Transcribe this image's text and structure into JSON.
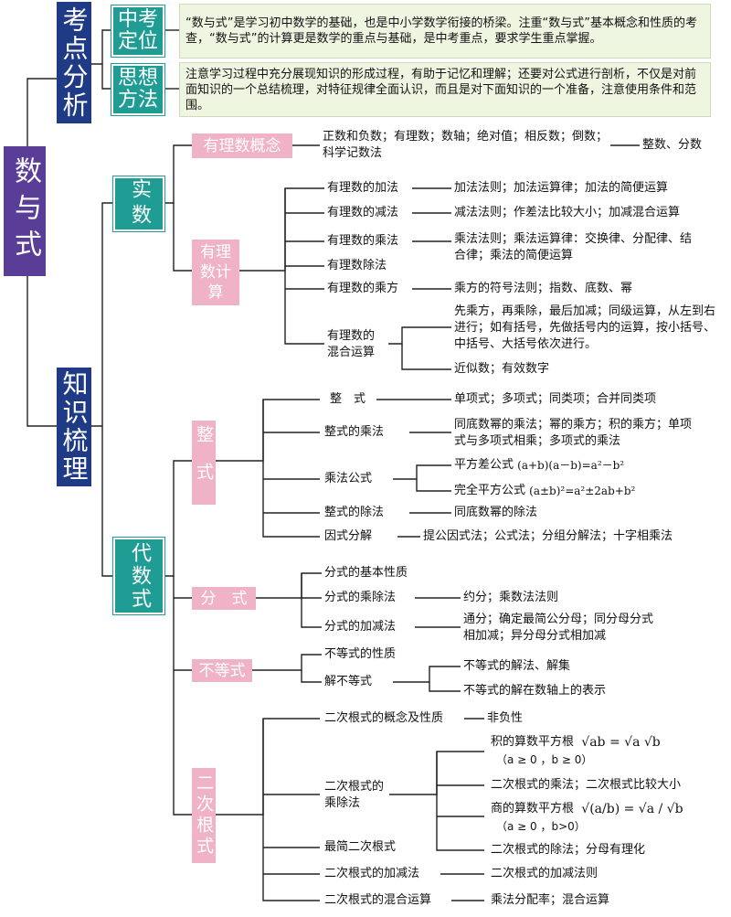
{
  "root": "数与式",
  "kaodian": {
    "title": "考点分析",
    "zhongkao": {
      "label": "中考定位",
      "text": "“数与式”是学习初中数学的基础，也是中小学数学衔接的桥梁。注重“数与式”基本概念和性质的考查，“数与式”的计算更是数学的重点与基础，是中考重点，要求学生重点掌握。"
    },
    "sixiang": {
      "label": "思想方法",
      "text": "注意学习过程中充分展现知识的形成过程，有助于记忆和理解；还要对公式进行剖析，不仅是对前面知识的一个总结梳理，对特征规律全面认识，而且是对下面知识的一个准备，注意使用条件和范围。"
    }
  },
  "zhishi": {
    "title": "知识梳理",
    "shishu": {
      "label": "实数",
      "concept": {
        "label": "有理数概念",
        "text": "正数和负数；有理数；数轴；绝对值；相反数；倒数；科学记数法",
        "extra": "整数、分数"
      },
      "calc": {
        "label": "有理数计算",
        "items": [
          {
            "name": "有理数的加法",
            "desc": "加法法则；加法运算律；加法的简便运算"
          },
          {
            "name": "有理数的减法",
            "desc": "减法法则；作差法比较大小；加减混合运算"
          },
          {
            "name": "有理数的乘法",
            "desc": "乘法法则；乘法运算律：交换律、分配律、结合律；乘法的简便运算"
          },
          {
            "name": "有理数除法",
            "desc": ""
          },
          {
            "name": "有理数的乘方",
            "desc": "乘方的符号法则；指数、底数、幂"
          },
          {
            "name": "有理数的混合运算",
            "desc": "先乘方，再乘除，最后加减；同级运算，从左到右进行；如有括号，先做括号内的运算，按小括号、中括号、大括号依次进行。",
            "desc2": "近似数；有效数字"
          }
        ]
      }
    },
    "daishu": {
      "label": "代数式",
      "zhengshi": {
        "label": "整式",
        "items": {
          "zs": {
            "name": "整　式",
            "desc": "单项式；多项式；同类项；合并同类项"
          },
          "cf": {
            "name": "整式的乘法",
            "desc": "同底数幂的乘法；幂的乘方；积的乘方；单项式与多项式相乘；多项式的乘法"
          },
          "gs": {
            "name": "乘法公式",
            "f1_label": "平方差公式",
            "f1": "(a+b)(a－b)=a²－b²",
            "f2_label": "完全平方公式",
            "f2": "(a±b)²=a²±2ab+b²"
          },
          "cu": {
            "name": "整式的除法",
            "desc": "同底数幂的除法"
          },
          "yf": {
            "name": "因式分解",
            "desc": "提公因式法；公式法；分组分解法；十字相乘法"
          }
        }
      },
      "fenshi": {
        "label": "分　式",
        "items": {
          "xz": {
            "name": "分式的基本性质"
          },
          "cc": {
            "name": "分式的乘除法",
            "desc": "约分；乘数法法则"
          },
          "jj": {
            "name": "分式的加减法",
            "desc": "通分；确定最简公分母；同分母分式相加减；异分母分式相加减"
          }
        }
      },
      "budengshi": {
        "label": "不等式",
        "items": {
          "xz": {
            "name": "不等式的性质"
          },
          "jie": {
            "name": "解不等式",
            "d1": "不等式的解法、解集",
            "d2": "不等式的解在数轴上的表示"
          }
        }
      },
      "genshi": {
        "label": "二次根式",
        "items": {
          "gn": {
            "name": "二次根式的概念及性质",
            "desc": "非负性"
          },
          "cc": {
            "name": "二次根式的乘除法",
            "d1": "积的算数平方根",
            "d1f": "√ab = √a √b",
            "d1c": "（a ≥ 0 ，b ≥ 0）",
            "d2": "二次根式的乘法；二次根式比较大小",
            "d3": "商的算数平方根",
            "d3f": "√(a/b) = √a / √b",
            "d3c": "（a ≥ 0 ，b>0）",
            "d4": "二次根式的除法；分母有理化"
          },
          "zj": {
            "name": "最简二次根式"
          },
          "jj": {
            "name": "二次根式的加减法",
            "desc": "二次根式的加减法则"
          },
          "hh": {
            "name": "二次根式的混合运算",
            "desc": "乘法分配率；混合运算"
          }
        }
      }
    }
  }
}
